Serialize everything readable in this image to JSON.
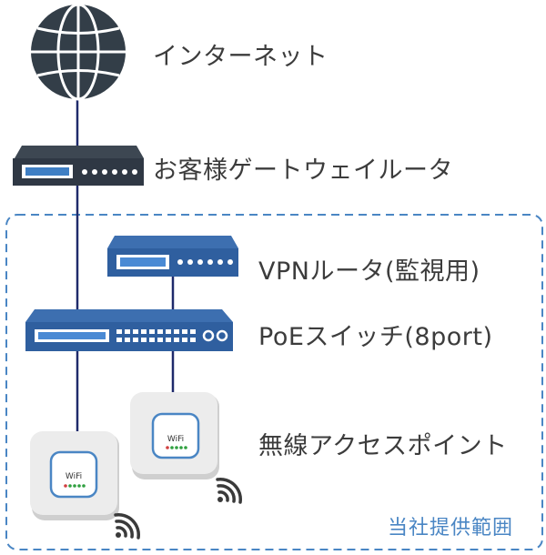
{
  "labels": {
    "internet": "インターネット",
    "gateway": "お客様ゲートウェイルータ",
    "vpn_router": "VPNルータ(監視用)",
    "poe_switch": "PoEスイッチ(8port)",
    "access_point": "無線アクセスポイント"
  },
  "scope": {
    "label": "当社提供範囲"
  },
  "ap_badge": "WiFi",
  "colors": {
    "cable": "#1f2a6b",
    "globe": "#333e48",
    "gateway_body": "#2f3844",
    "router_blue": "#2f5f9f",
    "scope_border": "#4a86c4",
    "ap_accent": "#4a86c4"
  },
  "icons": {
    "internet": "globe-icon",
    "gateway": "router-icon",
    "vpn_router": "router-icon",
    "poe_switch": "network-switch-icon",
    "access_point": "wireless-access-point-icon",
    "signal": "wifi-signal-icon"
  }
}
